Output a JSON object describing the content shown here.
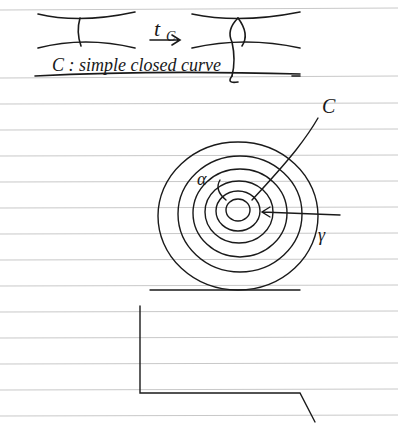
{
  "diagram": {
    "labels": [
      "t",
      "C",
      "C : simple closed curve",
      "C",
      "α",
      "γ"
    ]
  }
}
